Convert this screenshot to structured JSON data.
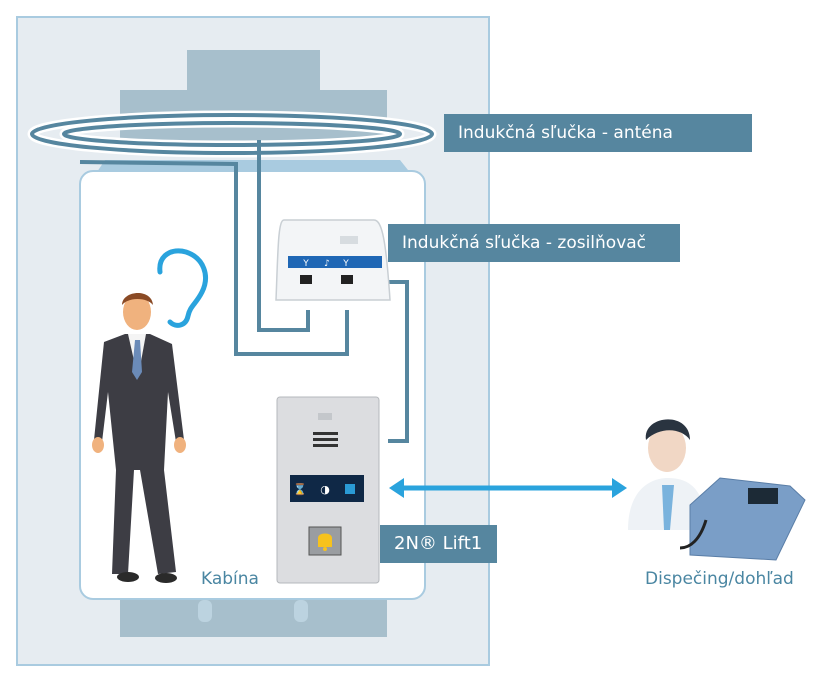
{
  "diagram": {
    "labels": {
      "antenna": "Indukčná sľučka - anténa",
      "amplifier": "Indukčná sľučka - zosilňovač",
      "device": "2N® Lift1",
      "cabin": "Kabína",
      "dispatch": "Dispečing/dohľad"
    },
    "colors": {
      "label_bg": "#56869f",
      "cable": "#56869f",
      "shaft_bg": "#e6ecf1",
      "shaft_border": "#a9cbe0",
      "counterweight": "#a7bfcc",
      "arrow": "#2aa3dd",
      "ear": "#2aa3dd",
      "text": "#4a86a2"
    },
    "amplifier_icons": [
      "antenna-icon",
      "hearing-loop-icon",
      "antenna-icon"
    ],
    "lift1_icons": [
      "hourglass-icon",
      "speaking-icon",
      "connected-icon"
    ],
    "lift1_button_icon": "bell-icon",
    "connection": "bidirectional"
  }
}
